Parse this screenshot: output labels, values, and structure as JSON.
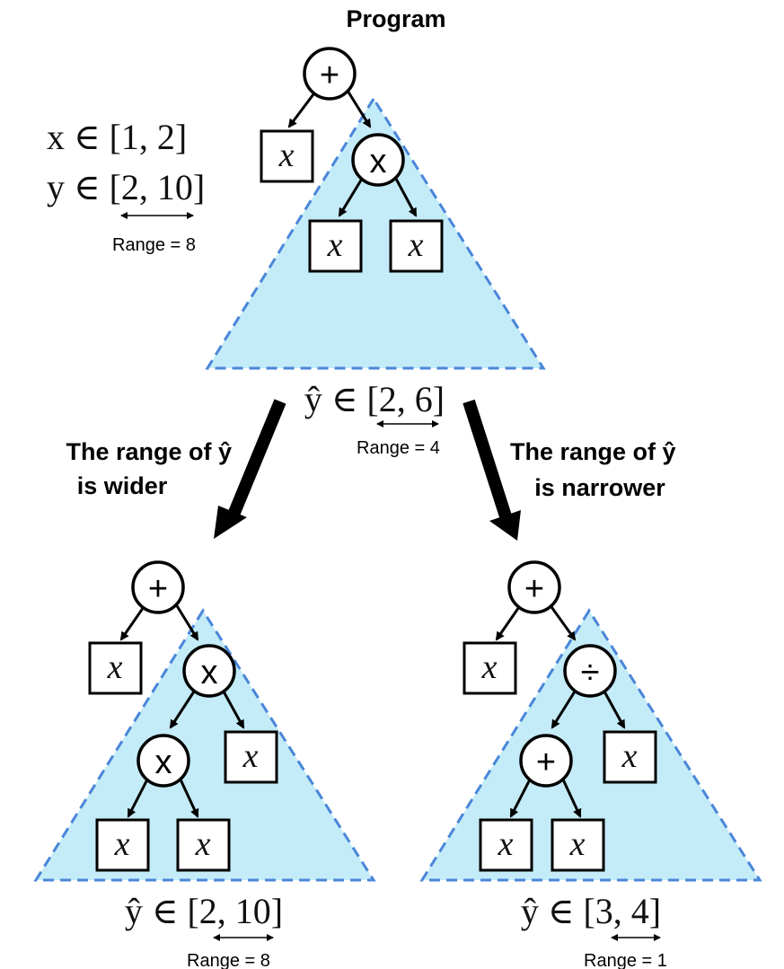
{
  "title": "Program",
  "domain_x": "x ∈ [1, 2]",
  "domain_y": "y ∈ [2, 10]",
  "range_y": "Range = 8",
  "root_out": "ŷ ∈ [2, 6]",
  "root_range": "Range = 4",
  "left_caption": {
    "line1": "The range of ŷ",
    "line2": "is wider"
  },
  "right_caption": {
    "line1": "The range of ŷ",
    "line2": "is narrower"
  },
  "left_out": "ŷ ∈ [2, 10]",
  "left_range": "Range = 8",
  "right_out": "ŷ ∈ [3, 4]",
  "right_range": "Range = 1",
  "ops": {
    "plus": "+",
    "times": "x",
    "divide": "÷"
  },
  "var": "x",
  "colors": {
    "triangle_fill": "#c4ecf8",
    "triangle_stroke": "#4a86d9"
  }
}
